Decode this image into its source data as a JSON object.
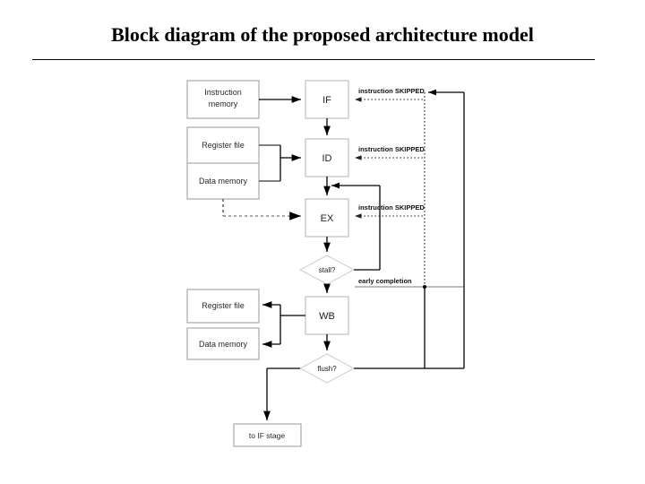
{
  "slide": {
    "title": "Block diagram of the proposed architecture model",
    "background_color": "#ffffff",
    "title_color": "#000000",
    "rule_color": "#000000"
  },
  "diagram": {
    "type": "flowchart",
    "stroke_color": "#000000",
    "box_border_color": "#999999",
    "diamond_border_color": "#cccccc",
    "dotted_color": "#555555",
    "dashed_color": "#555555",
    "memory_boxes": [
      {
        "id": "instruction-memory",
        "label_line1": "Instruction",
        "label_line2": "memory"
      },
      {
        "id": "register-file-top",
        "label_line1": "Register file",
        "label_line2": ""
      },
      {
        "id": "data-memory-top",
        "label_line1": "Data memory",
        "label_line2": ""
      },
      {
        "id": "register-file-bottom",
        "label_line1": "Register file",
        "label_line2": ""
      },
      {
        "id": "data-memory-bottom",
        "label_line1": "Data memory",
        "label_line2": ""
      },
      {
        "id": "to-if-stage",
        "label_line1": "to IF stage",
        "label_line2": ""
      }
    ],
    "stages": [
      {
        "id": "stage-if",
        "label": "IF"
      },
      {
        "id": "stage-id",
        "label": "ID"
      },
      {
        "id": "stage-ex",
        "label": "EX"
      },
      {
        "id": "stage-wb",
        "label": "WB"
      }
    ],
    "decisions": [
      {
        "id": "decision-stall",
        "label": "stall?"
      },
      {
        "id": "decision-flush",
        "label": "flush?"
      }
    ],
    "edge_labels": [
      {
        "id": "skipped-if",
        "text": "instruction SKIPPED"
      },
      {
        "id": "skipped-id",
        "text": "instruction SKIPPED"
      },
      {
        "id": "skipped-ex",
        "text": "instruction SKIPPED"
      },
      {
        "id": "early-completion",
        "text": "early completion"
      }
    ]
  }
}
